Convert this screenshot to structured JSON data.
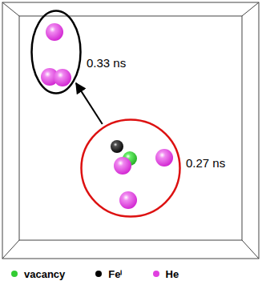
{
  "diagram": {
    "nodes": [
      {
        "text": [
          "0.33 ns"
        ]
      },
      {
        "text": [
          "0.27 ns"
        ]
      }
    ],
    "edges": [
      {
        "from": 1,
        "to": 0,
        "arrow": "to"
      }
    ],
    "legend": [
      {
        "text": "vacancy",
        "color": "#33cc33"
      },
      {
        "text": "Feⁱ",
        "color": "#000000"
      },
      {
        "text": "He",
        "color": "#e040e0"
      }
    ]
  }
}
